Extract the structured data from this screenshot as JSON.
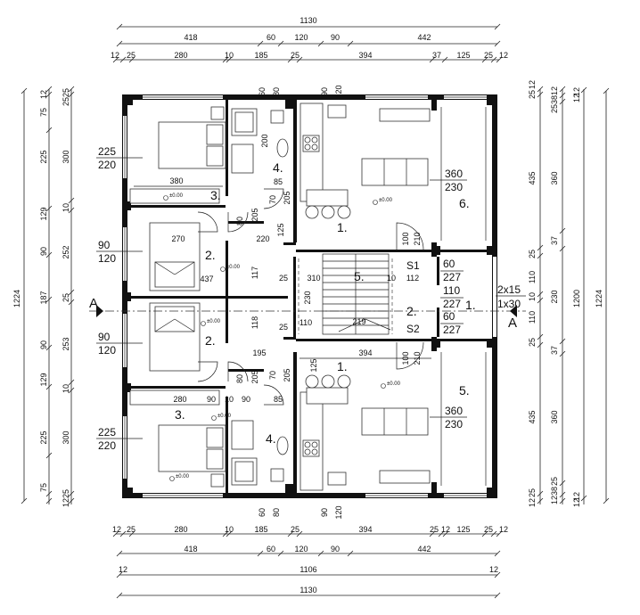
{
  "dimensions": {
    "top_total": "1130",
    "top_row1": [
      "418",
      "60",
      "120",
      "90",
      "442"
    ],
    "top_row2": [
      "12",
      "25",
      "280",
      "10",
      "185",
      "25",
      "394",
      "37",
      "125",
      "25",
      "12"
    ],
    "bottom_row1": [
      "12",
      "25",
      "280",
      "10",
      "185",
      "25",
      "394",
      "25",
      "12",
      "125",
      "25",
      "12"
    ],
    "bottom_row2": [
      "418",
      "60",
      "120",
      "90",
      "442"
    ],
    "bottom_inner": "1106",
    "bottom_inner_ends": [
      "12",
      "12"
    ],
    "bottom_total": "1130",
    "left_total": "1224",
    "left_col1": [
      "75",
      "225",
      "129",
      "90",
      "187",
      "90",
      "129",
      "225",
      "75"
    ],
    "left_col1_ends": [
      "12",
      "25",
      "25",
      "12"
    ],
    "left_col2": [
      "300",
      "10",
      "252",
      "25",
      "253",
      "10",
      "300"
    ],
    "right_col1": [
      "435",
      "25",
      "110",
      "10",
      "110",
      "25",
      "435"
    ],
    "right_col1_ends": [
      "12",
      "25",
      "25",
      "12"
    ],
    "right_col2": [
      "360",
      "37",
      "230",
      "37",
      "360"
    ],
    "right_col2_ends": [
      "25",
      "38",
      "12",
      "25",
      "38",
      "12"
    ],
    "right_col3_ends": [
      "12",
      "12",
      "12",
      "12"
    ],
    "right_inner": "1200",
    "right_total": "1224"
  },
  "rooms": {
    "living_top": "1.",
    "living_bottom": "1.",
    "bed_top_small": "2.",
    "bed_bottom_small": "2.",
    "bed_top_big": "3.",
    "bed_bottom_big": "3.",
    "bath_top": "4.",
    "bath_bottom": "4.",
    "terrace_top": "6.",
    "terrace_bottom": "5.",
    "stair_top": "5.",
    "hall": "2.",
    "landing": "1."
  },
  "room_sizes": {
    "bed_top_big": [
      "225",
      "220"
    ],
    "bed_top_small": [
      "90",
      "120"
    ],
    "bed_bottom_small": [
      "90",
      "120"
    ],
    "bed_bottom_big": [
      "225",
      "220"
    ],
    "living_top": [
      "360",
      "230"
    ],
    "living_bottom": [
      "360",
      "230"
    ]
  },
  "interior_dims": {
    "t380": "380",
    "t270": "270",
    "t437": "437",
    "t220": "220",
    "t117": "117",
    "t118": "118",
    "t195": "195",
    "t394": "394",
    "t280": "280",
    "t90a": "90",
    "t10": "10",
    "t85a": "85",
    "t85b": "85",
    "t200": "200",
    "t125a": "125",
    "t125b": "125",
    "t205a": "205",
    "t205b": "205",
    "t205c": "205",
    "t205d": "205",
    "t80a": "80",
    "t80b": "80",
    "t70a": "70",
    "t70b": "70",
    "t60t": "60",
    "t80t": "80",
    "t90t": "90",
    "t120t": "120",
    "t60b": "60",
    "t80bb": "80",
    "t90b": "90",
    "t120b": "120",
    "t310": "310",
    "t112": "112",
    "t230": "230",
    "t110": "110",
    "t219": "219",
    "t100a": "100",
    "t210a": "210",
    "t100b": "100",
    "t210b": "210",
    "t10b": "10",
    "t25a": "25",
    "t25b": "25",
    "t90c": "90"
  },
  "openings": {
    "s1": "S1",
    "s2": "S2",
    "s1_a": "60",
    "s1_b": "227",
    "s1_c": "110",
    "s1_d": "227",
    "s2_a": "60",
    "s2_b": "227",
    "win_a": "2x15",
    "win_b": "1x30"
  },
  "section": {
    "left": "A",
    "right": "A"
  },
  "level": "±0.00"
}
